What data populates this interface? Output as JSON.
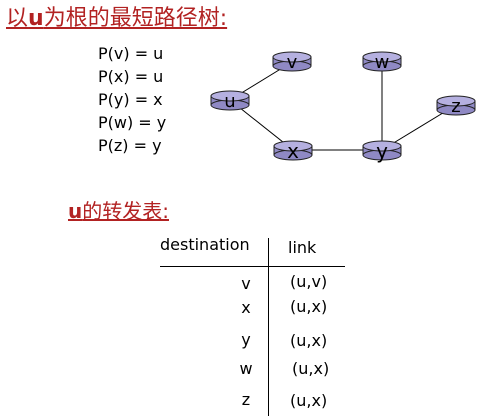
{
  "title": {
    "highlight": "u",
    "prefix": "以",
    "suffix": "为根的最短路径树:"
  },
  "predecessors": [
    "P(v) = u",
    "P(x) = u",
    "P(y) = x",
    "P(w) = y",
    "P(z) = y"
  ],
  "graph": {
    "nodes": [
      "v",
      "w",
      "u",
      "z",
      "x",
      "y"
    ],
    "edges": [
      [
        "u",
        "v"
      ],
      [
        "u",
        "x"
      ],
      [
        "x",
        "y"
      ],
      [
        "y",
        "w"
      ],
      [
        "y",
        "z"
      ]
    ],
    "node_fill": "#b5b0e0",
    "node_stroke": "#222222"
  },
  "table_title": {
    "highlight": "u",
    "suffix": "的转发表:"
  },
  "table": {
    "headers": {
      "destination": "destination",
      "link": "link"
    },
    "rows": [
      {
        "destination": "v",
        "link": "(u,v)"
      },
      {
        "destination": "x",
        "link": "(u,x)"
      },
      {
        "destination": "y",
        "link": "(u,x)"
      },
      {
        "destination": "w",
        "link": "(u,x)"
      },
      {
        "destination": "z",
        "link": "(u,x)"
      }
    ]
  },
  "accent_color": "#b22222"
}
